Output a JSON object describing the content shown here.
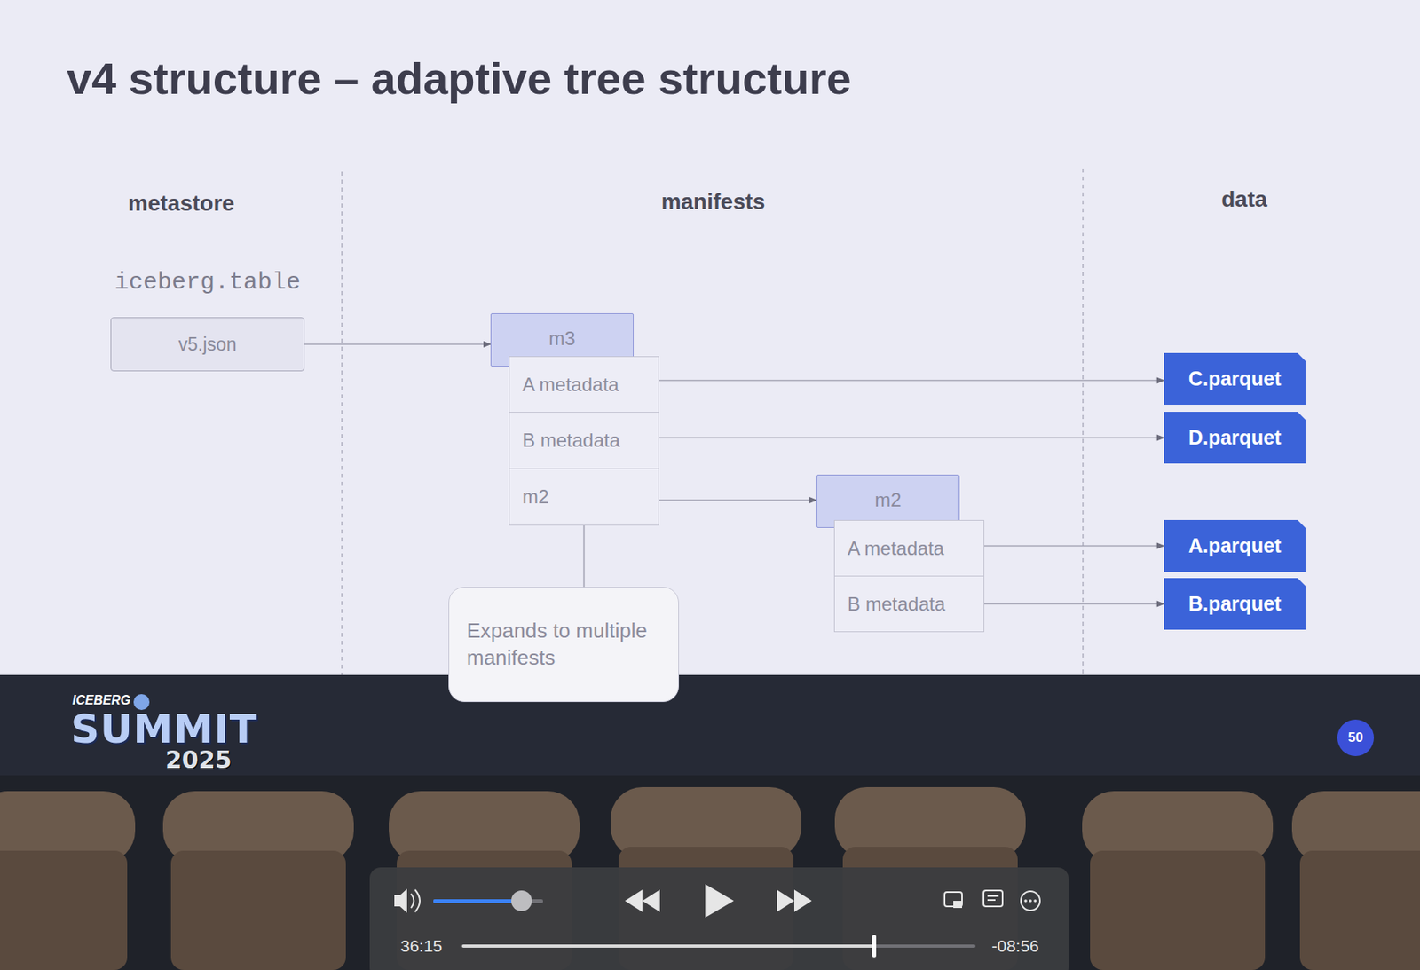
{
  "diagram": {
    "title": "v4 structure – adaptive tree structure",
    "nodes": [
      {
        "text": [
          "iceberg.table",
          "v5.json"
        ]
      },
      {
        "text": [
          "m3"
        ]
      },
      {
        "text": [
          "A metadata"
        ],
        "in": 1
      },
      {
        "text": [
          "B metadata"
        ],
        "in": 1
      },
      {
        "text": [
          "m2"
        ],
        "in": 1
      },
      {
        "text": [
          "m2"
        ]
      },
      {
        "text": [
          "A metadata"
        ],
        "in": 5
      },
      {
        "text": [
          "B metadata"
        ],
        "in": 5
      },
      {
        "text": [
          "C.parquet"
        ]
      },
      {
        "text": [
          "D.parquet"
        ]
      },
      {
        "text": [
          "A.parquet"
        ]
      },
      {
        "text": [
          "B.parquet"
        ]
      },
      {
        "text": [
          "Expands to multiple manifests"
        ]
      }
    ],
    "edges": [
      {
        "from": 0,
        "to": 1,
        "arrow": "to"
      },
      {
        "from": 2,
        "to": 8,
        "arrow": "to"
      },
      {
        "from": 3,
        "to": 9,
        "arrow": "to"
      },
      {
        "from": 4,
        "to": 5,
        "arrow": "to"
      },
      {
        "from": 6,
        "to": 10,
        "arrow": "to"
      },
      {
        "from": 7,
        "to": 11,
        "arrow": "to"
      },
      {
        "from": 12,
        "to": 4,
        "arrow": "none"
      }
    ],
    "labels": [
      "metastore",
      "manifests",
      "data",
      "ICEBERG",
      "SUMMIT",
      "2025",
      "50",
      "36:15",
      "-08:56"
    ]
  }
}
